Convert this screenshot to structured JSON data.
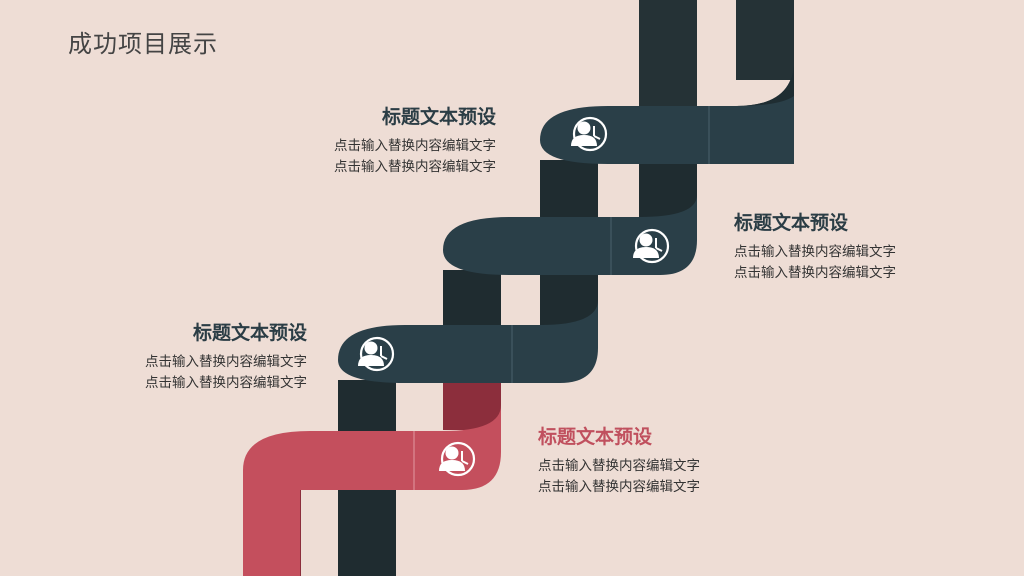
{
  "page": {
    "title": "成功项目展示"
  },
  "colors": {
    "background": "#eeddd5",
    "dark": "#2a3f48",
    "dark_shadow": "#1f2d32",
    "accent": "#c44f5d",
    "accent_shadow": "#933140"
  },
  "steps": [
    {
      "heading": "标题文本预设",
      "lines": [
        "点击输入替换内容编辑文字",
        "点击输入替换内容编辑文字"
      ],
      "icon": "user-clock-icon"
    },
    {
      "heading": "标题文本预设",
      "lines": [
        "点击输入替换内容编辑文字",
        "点击输入替换内容编辑文字"
      ],
      "icon": "user-clock-icon"
    },
    {
      "heading": "标题文本预设",
      "lines": [
        "点击输入替换内容编辑文字",
        "点击输入替换内容编辑文字"
      ],
      "icon": "user-clock-icon"
    },
    {
      "heading": "标题文本预设",
      "lines": [
        "点击输入替换内容编辑文字",
        "点击输入替换内容编辑文字"
      ],
      "icon": "user-clock-icon"
    }
  ]
}
